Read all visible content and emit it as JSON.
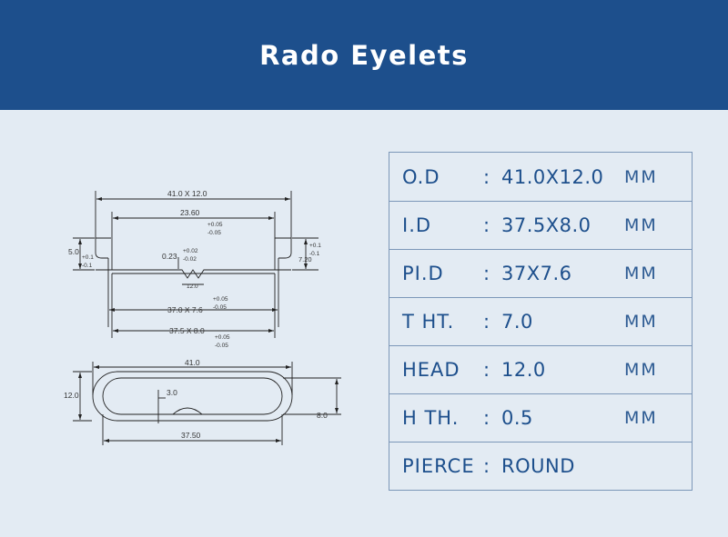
{
  "header": {
    "title": "Rado Eyelets"
  },
  "drawing": {
    "top_view": {
      "od": "41.0 X 12.0",
      "inner": "23.60",
      "inner_tol_upper": "+0.05",
      "inner_tol_lower": "-0.05",
      "height": "5.0",
      "height_tol_upper": "+0.1",
      "height_tol_lower": "-0.1",
      "right_height": "7.20",
      "right_tol_upper": "+0.1",
      "right_tol_lower": "-0.1",
      "thickness": "0.23",
      "thickness_tol_upper": "+0.02",
      "thickness_tol_lower": "-0.02",
      "notch": "12.0",
      "pid": "37.0 X 7.6",
      "pid_tol_upper": "+0.05",
      "pid_tol_lower": "-0.05",
      "id": "37.5 X 8.0",
      "id_tol_upper": "+0.05",
      "id_tol_lower": "-0.05"
    },
    "plan_view": {
      "length": "41.0",
      "width": "12.0",
      "pierce": "3.0",
      "inner_width": "8.0",
      "inner_length": "37.50"
    }
  },
  "specs": [
    {
      "key": "O.D",
      "colon": ":",
      "value": "41.0X12.0",
      "unit": "MM"
    },
    {
      "key": "I.D",
      "colon": ":",
      "value": "37.5X8.0",
      "unit": "MM"
    },
    {
      "key": "PI.D",
      "colon": ":",
      "value": "37X7.6",
      "unit": "MM"
    },
    {
      "key": "T HT.",
      "colon": ":",
      "value": "7.0",
      "unit": "MM"
    },
    {
      "key": "HEAD",
      "colon": ":",
      "value": "12.0",
      "unit": "MM"
    },
    {
      "key": "H TH.",
      "colon": ":",
      "value": "0.5",
      "unit": "MM"
    },
    {
      "key": "PIERCE",
      "colon": ":",
      "value": "ROUND",
      "unit": ""
    }
  ]
}
